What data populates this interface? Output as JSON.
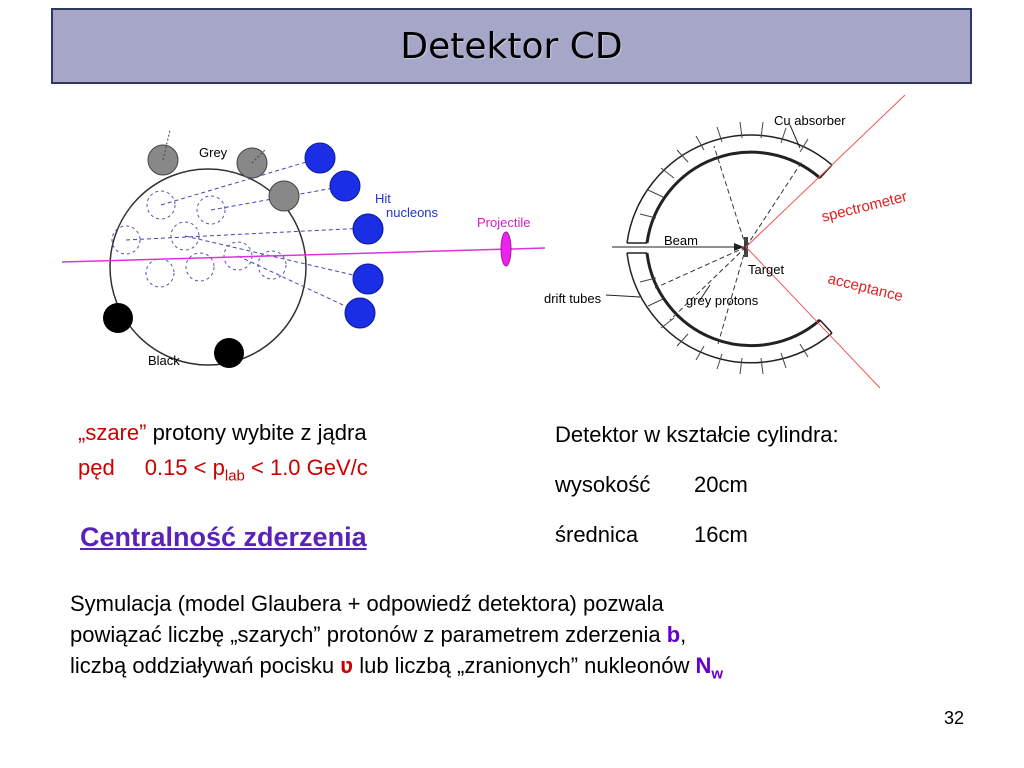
{
  "title": "Detektor CD",
  "left_figure": {
    "label_grey": "Grey",
    "label_hit": "Hit",
    "label_nucleons": "nucleons",
    "label_projectile": "Projectile",
    "label_black": "Black"
  },
  "right_figure": {
    "label_cu": "Cu absorber",
    "label_beam": "Beam",
    "label_target": "Target",
    "label_drift": "drift tubes",
    "label_grey_protons": "grey protons",
    "label_spectrometer": "spectrometer",
    "label_acceptance": "acceptance"
  },
  "left_text": {
    "szare": "„szare”",
    "line1_rest": " protony wybite z jądra",
    "ped": "pęd",
    "range_a": "0.15 < p",
    "range_sub": "lab",
    "range_b": " < 1.0 GeV/c"
  },
  "right_text": {
    "line1": "Detektor w kształcie cylindra:",
    "height_label": "wysokość",
    "height_value": "20cm",
    "diam_label": "średnica",
    "diam_value": "16cm"
  },
  "link": "Centralność zderzenia",
  "paragraph": {
    "l1": "Symulacja (model Glaubera + odpowiedź detektora) pozwala",
    "l2": "powiązać liczbę „szarych” protonów z parametrem zderzenia ",
    "b": "b",
    "l2_end": ",",
    "l3": "liczbą oddziaływań pocisku ",
    "nu": "ʋ",
    "l3_mid": " lub liczbą „zranionych” nukleonów ",
    "nw": "N",
    "nw_sub": "w"
  },
  "page_number": "32",
  "colors": {
    "title_bg": "#a6a6c9",
    "title_border": "#2b3a62",
    "red": "#cc0000",
    "purple": "#6600cc",
    "link": "#5a22b8"
  }
}
